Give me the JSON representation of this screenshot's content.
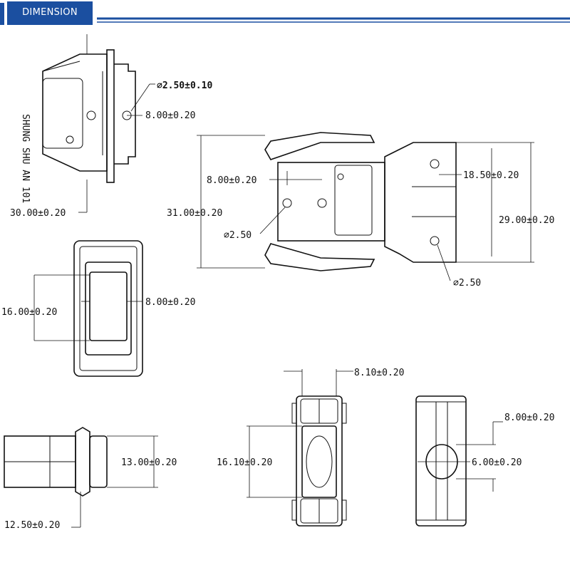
{
  "header": {
    "title": "DIMENSION",
    "accent": "#1b4fa0"
  },
  "views": {
    "side_top_left": {
      "top_hole": "⌀2.50±0.10",
      "hole_spacing": "8.00±0.20",
      "bottom_width": "30.00±0.20",
      "logo_text": "SHUNG SHU AN 101"
    },
    "front_right": {
      "spacing_left": "8.00±0.20",
      "height_total": "31.00±0.20",
      "hole_left": "⌀2.50",
      "spacing_top": "18.50±0.20",
      "height_inner": "29.00±0.20",
      "hole_right": "⌀2.50"
    },
    "front_middle": {
      "height": "16.00±0.20",
      "width": "8.00±0.20"
    },
    "side_bottom_left": {
      "height": "13.00±0.20",
      "width": "12.50±0.20"
    },
    "end_view": {
      "top_width": "8.10±0.20",
      "height": "16.10±0.20"
    },
    "profile_view": {
      "top_width": "8.00±0.20",
      "slot": "6.00±0.20"
    }
  }
}
